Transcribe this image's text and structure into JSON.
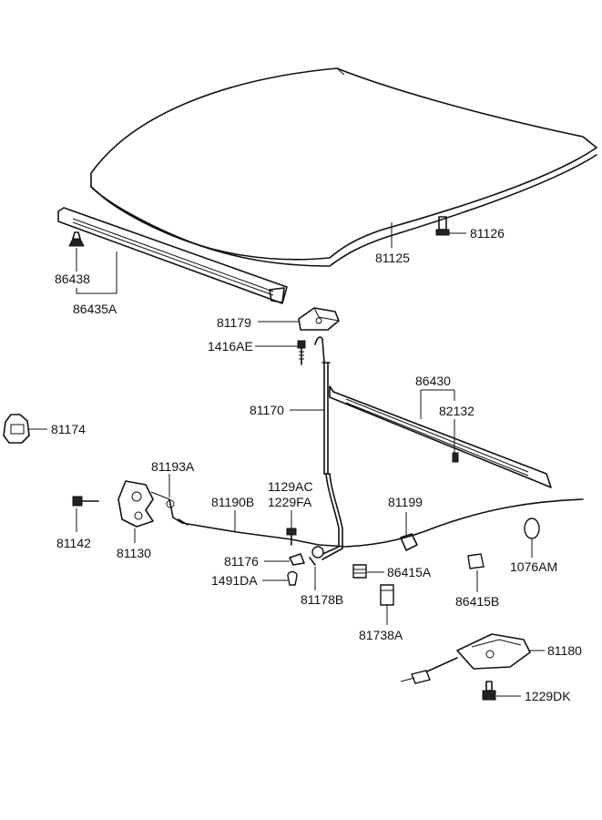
{
  "labels": {
    "p81125": "81125",
    "p81126": "81126",
    "p86438": "86438",
    "p86435A": "86435A",
    "p81179": "81179",
    "p1416AE": "1416AE",
    "p86430": "86430",
    "p82132": "82132",
    "p81170": "81170",
    "p81174": "81174",
    "p81193A": "81193A",
    "p1129AC": "1129AC",
    "p1229FA": "1229FA",
    "p81190B": "81190B",
    "p81199": "81199",
    "p81142": "81142",
    "p81130": "81130",
    "p81176": "81176",
    "p1491DA": "1491DA",
    "p81178B": "81178B",
    "p86415A": "86415A",
    "p1076AM": "1076AM",
    "p86415B": "86415B",
    "p81738A": "81738A",
    "p81180": "81180",
    "p1229DK": "1229DK"
  }
}
